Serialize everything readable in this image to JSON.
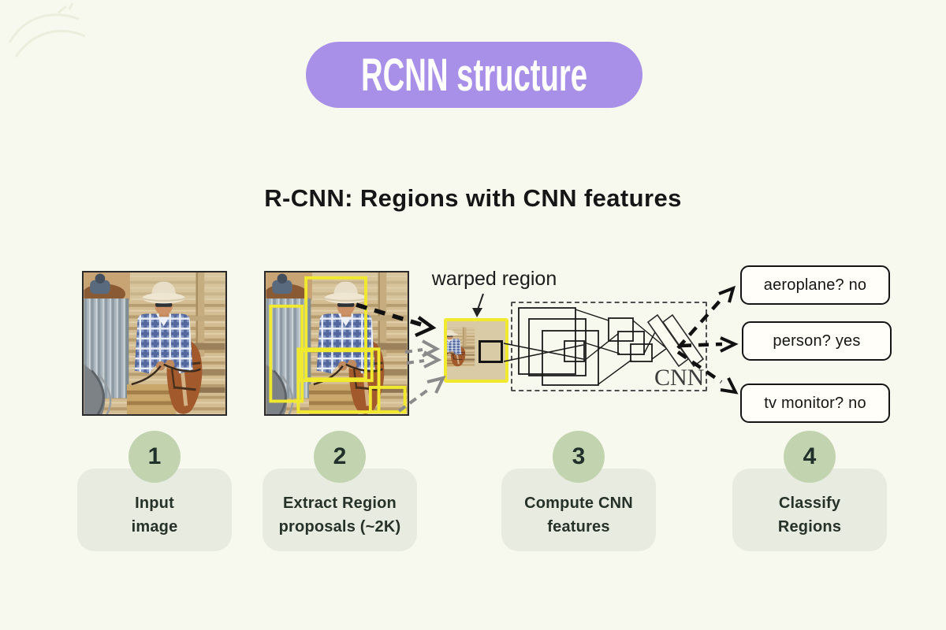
{
  "badge": {
    "label": "RCNN structure",
    "color": "#a88fe8",
    "text_color": "#ffffff"
  },
  "heading": {
    "text": "R-CNN: Regions with CNN features"
  },
  "diagram": {
    "warped_region_label": "warped region",
    "cnn_box_label": "CNN",
    "region_box_color": "#f0e92e",
    "classifications": [
      {
        "label": "aeroplane? no"
      },
      {
        "label": "person? yes"
      },
      {
        "label": "tv monitor? no"
      }
    ]
  },
  "steps": [
    {
      "number": "1",
      "lines": [
        "Input",
        "image"
      ]
    },
    {
      "number": "2",
      "lines": [
        "Extract Region",
        "proposals (~2K)"
      ]
    },
    {
      "number": "3",
      "lines": [
        "Compute CNN",
        "features"
      ]
    },
    {
      "number": "4",
      "lines": [
        "Classify",
        "Regions"
      ]
    }
  ],
  "theme": {
    "background": "#f8f9ee",
    "step_circle": "#c2d3b0",
    "step_card": "#e8ebdf",
    "step_text": "#263229",
    "class_box_border": "#151515"
  }
}
